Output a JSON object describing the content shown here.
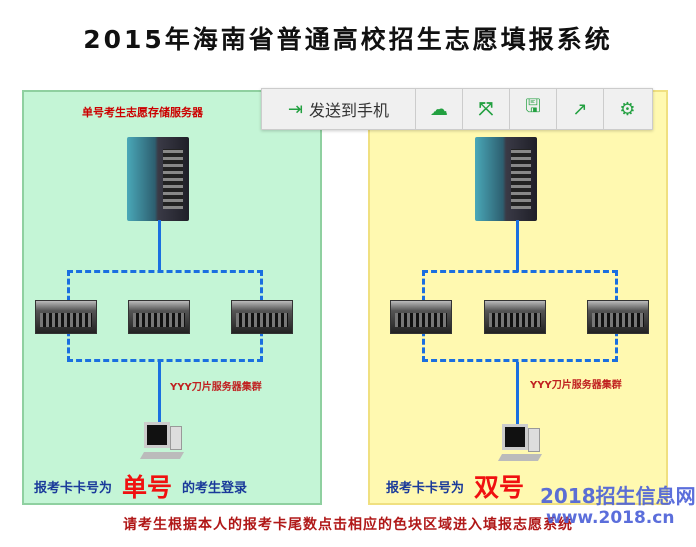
{
  "title": "2015年海南省普通高校招生志愿填报系统",
  "toolbar": {
    "send_label": "发送到手机",
    "icons": [
      "send-to-phone-icon",
      "cloud-icon",
      "fullscreen-icon",
      "save-icon",
      "share-icon",
      "settings-icon"
    ]
  },
  "left": {
    "server_label": "单号考生志愿存储服务器",
    "cluster_label": "YYY刀片服务器集群",
    "prefix": "报考卡卡号为",
    "highlight": "单号",
    "suffix": "的考生登录"
  },
  "right": {
    "cluster_label": "YYY刀片服务器集群",
    "prefix": "报考卡卡号为",
    "highlight": "双号"
  },
  "footer": "请考生根据本人的报考卡尾数点击相应的色块区域进入填报志愿系统",
  "watermark": {
    "name": "2018招生信息网",
    "url": "www.2018.cn"
  }
}
